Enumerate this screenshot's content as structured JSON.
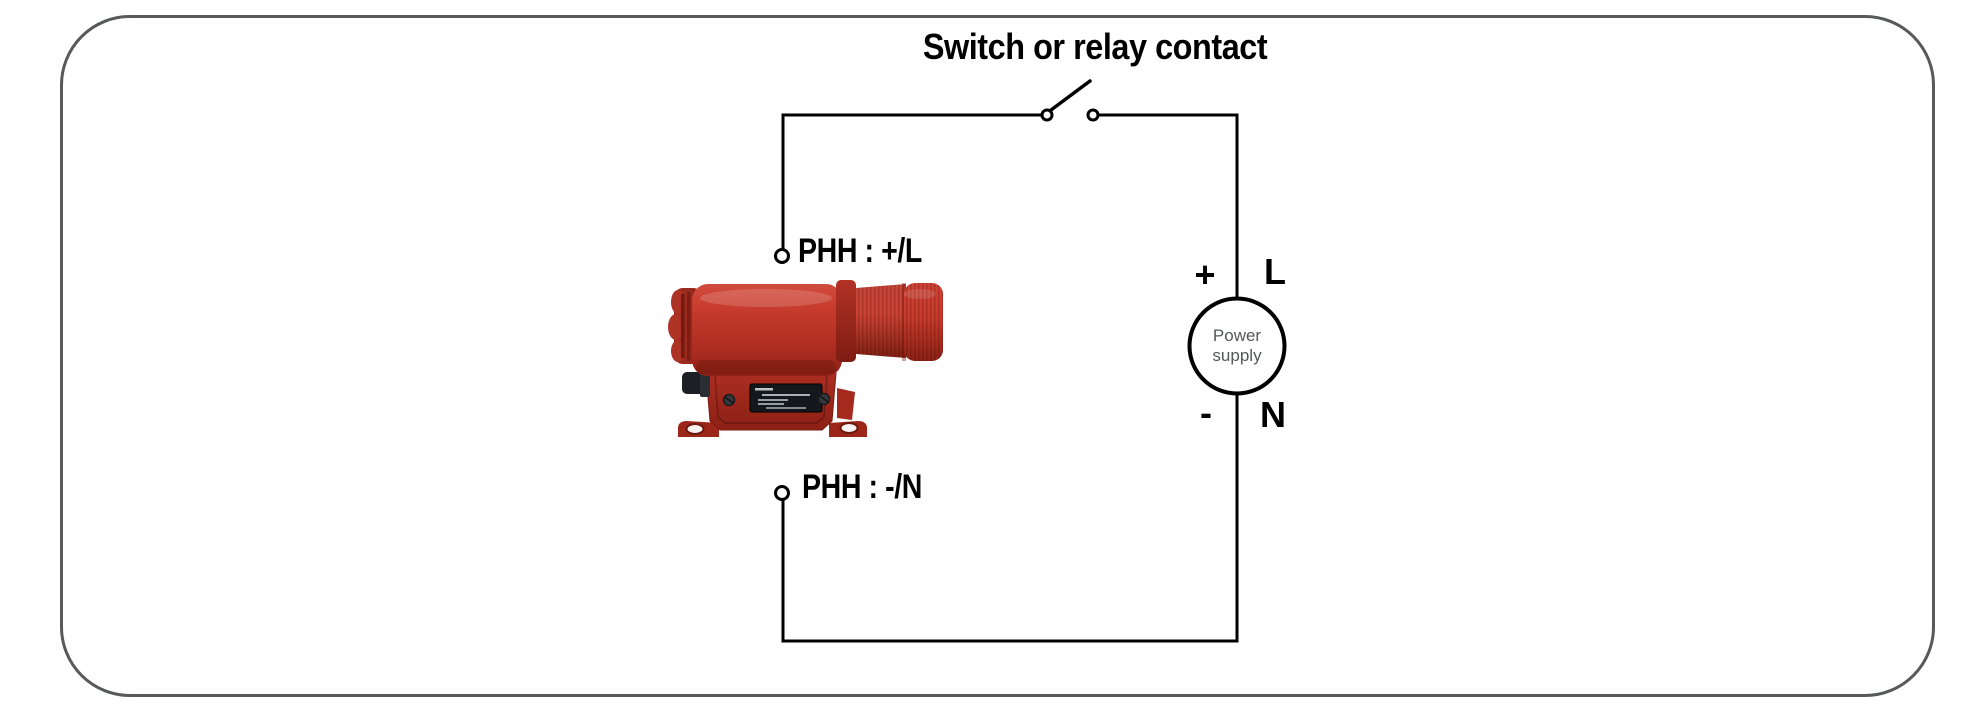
{
  "diagram": {
    "title": "Switch or relay contact",
    "labels": {
      "terminal_positive": "PHH : +/L",
      "terminal_negative": "PHH : -/N",
      "polarity_plus": "+",
      "line_l": "L",
      "polarity_minus": "-",
      "neutral_n": "N",
      "power_supply": "Power supply"
    },
    "device": {
      "name": "red-explosion-proof-alarm-horn-with-beacon",
      "nameplate": "black-label-plate-illegible-white-text"
    },
    "colors": {
      "background": "#ffffff",
      "frame_border": "#58595b",
      "wire": "#000000",
      "power_supply_text": "#55575a",
      "device_red": "#c23a2e",
      "device_red_dark": "#8c2115",
      "device_red_light": "#d14c3e",
      "nameplate_black": "#14181c"
    }
  }
}
